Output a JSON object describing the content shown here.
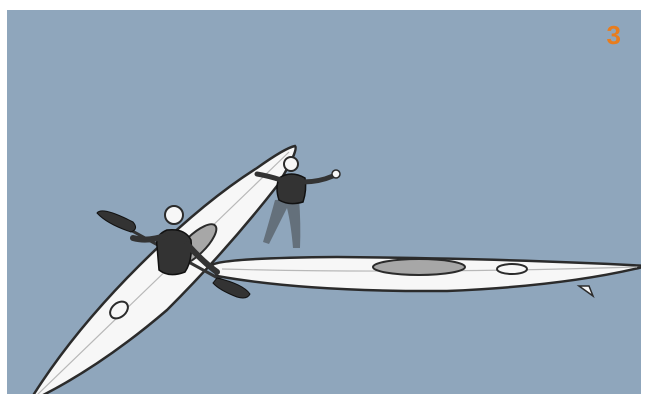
{
  "illustration": {
    "step_number": "3",
    "colors": {
      "water": "#8fa6bc",
      "hull": "#f7f7f7",
      "outline": "#2b2b2b",
      "cockpit": "#a7a7a7",
      "paddler": "#333333",
      "swimmer": "#5d6670",
      "accent": "#e87d1e"
    },
    "elements": [
      "rescue-kayak",
      "capsized-kayak",
      "paddler",
      "paddle",
      "swimmer"
    ]
  }
}
